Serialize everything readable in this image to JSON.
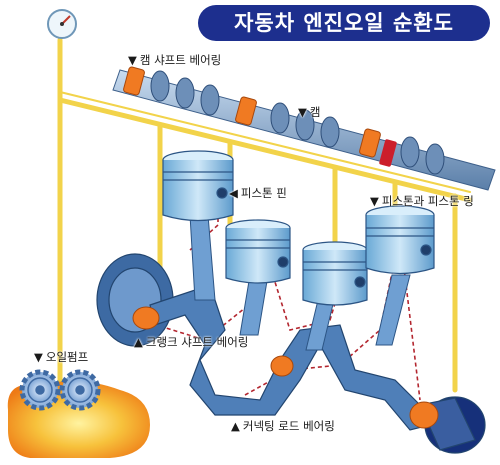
{
  "title": "자동차 엔진오일 순환도",
  "labels": {
    "camshaft_bearing": "캠 샤프트 베어링",
    "cam": "캠",
    "piston_pin": "피스톤 핀",
    "piston_ring": "피스톤과 피스톤 링",
    "crankshaft_bearing": "크랭크 샤프트 베어링",
    "oil_pump": "오일펌프",
    "connecting_rod_bearing": "커넥팅 로드 베어링"
  },
  "markers": {
    "down": "▼",
    "left": "◀",
    "up": "▲"
  },
  "colors": {
    "banner": "#1d2f8e",
    "oil_line": "#f2d34a",
    "oil_flow": "#c0392b",
    "piston": "#8fc6ea",
    "crank": "#4f7fb8",
    "bearing": "#f07a22",
    "oil_pool": "#f5a623"
  }
}
